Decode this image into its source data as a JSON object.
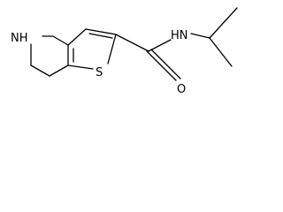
{
  "molecule": {
    "atoms": {
      "nh_ring": "NH",
      "sulfur": "S",
      "amide_nh": "HN",
      "carbonyl_o": "O"
    },
    "line_color": "#000000",
    "background": "#ffffff"
  }
}
